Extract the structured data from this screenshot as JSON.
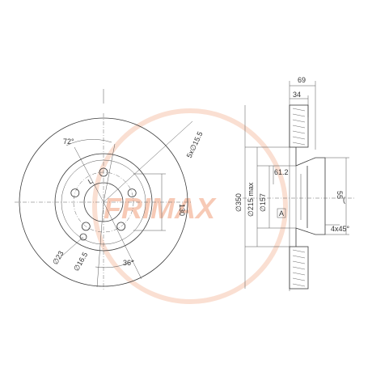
{
  "watermark": {
    "text": "FRIMAX",
    "color": "#f29a73"
  },
  "front_view": {
    "labels": {
      "angle_top": "72°",
      "bolt_holes": "5x∅15.5",
      "bolt_circle": "130",
      "hub_hole": "∅23",
      "small_hole": "∅16.5",
      "angle_bottom": "36°",
      "hub_mark": "L"
    }
  },
  "side_view": {
    "labels": {
      "overall_width": "69",
      "disc_thickness": "34",
      "outer_diameter": "∅350",
      "min_thickness": "∅215 max",
      "inner_diameter": "∅157",
      "hat_depth": "61.2",
      "offset": "55",
      "chamfer": "4x45°",
      "datum": "A"
    }
  },
  "colors": {
    "line": "#3a3a3a",
    "watermark": "#f29a73"
  }
}
